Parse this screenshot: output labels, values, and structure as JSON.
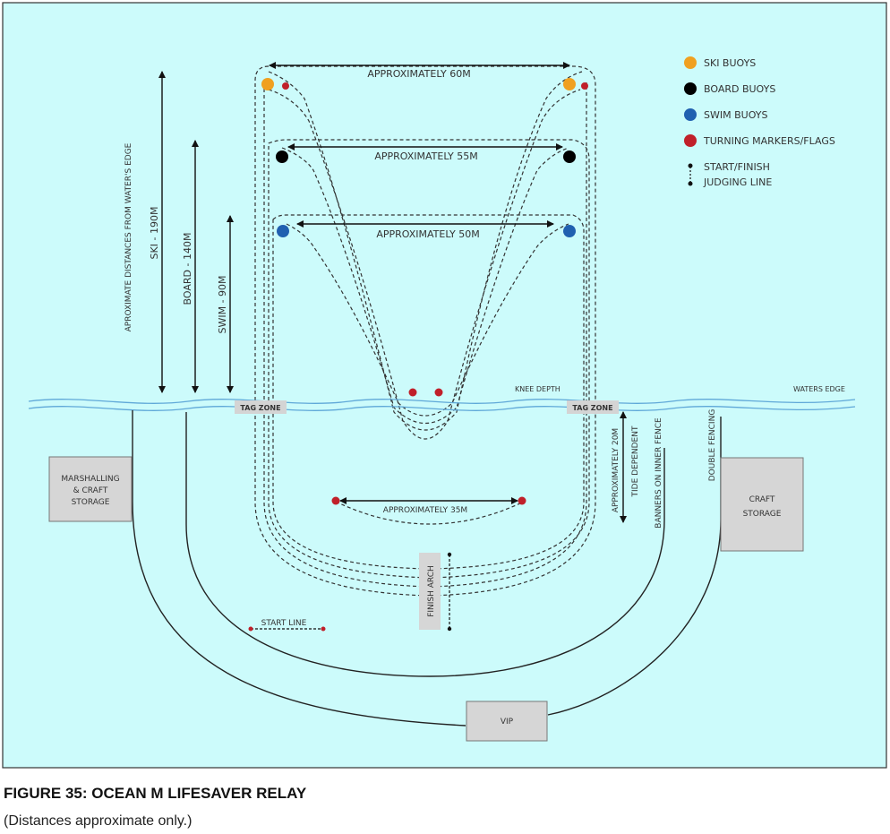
{
  "diagram": {
    "background_color": "#ccfbfb",
    "legend": [
      {
        "icon": "ski-buoy-icon",
        "color": "#f0a020",
        "label": "SKI BUOYS"
      },
      {
        "icon": "board-buoy-icon",
        "color": "#000000",
        "label": "BOARD BUOYS"
      },
      {
        "icon": "swim-buoy-icon",
        "color": "#2060b0",
        "label": "SWIM BUOYS"
      },
      {
        "icon": "turning-marker-icon",
        "color": "#c0202a",
        "label": "TURNING MARKERS/FLAGS"
      },
      {
        "icon": "judging-line-icon",
        "label": "START/FINISH"
      },
      {
        "label": "JUDGING LINE"
      }
    ],
    "distances": {
      "ski_width": "APPROXIMATELY 60M",
      "board_width": "APPROXIMATELY 55M",
      "swim_width": "APPROXIMATELY 50M",
      "beach_width": "APPROXIMATELY 35M"
    },
    "vertical_labels": {
      "approx_distances": "APROXIMATE DISTANCES FROM WATER'S EDGE",
      "ski": "SKI - 190M",
      "board": "BOARD - 140M",
      "swim": "SWIM - 90M",
      "tide": "APPROXIMATELY 20M",
      "tide2": "TIDE DEPENDENT",
      "banners": "BANNERS ON INNER FENCE",
      "double_fencing": "DOUBLE FENCING",
      "finish_arch": "FINISH ARCH"
    },
    "labels": {
      "knee_depth": "KNEE DEPTH",
      "waters_edge": "WATERS EDGE",
      "tag_zone": "TAG ZONE",
      "marshalling_1": "MARSHALLING",
      "marshalling_2": "& CRAFT",
      "marshalling_3": "STORAGE",
      "craft_storage_1": "CRAFT",
      "craft_storage_2": "STORAGE",
      "start_line": "START LINE",
      "vip": "VIP"
    }
  },
  "caption": {
    "title": "FIGURE 35: OCEAN M LIFESAVER RELAY",
    "note": "(Distances approximate only.)"
  }
}
